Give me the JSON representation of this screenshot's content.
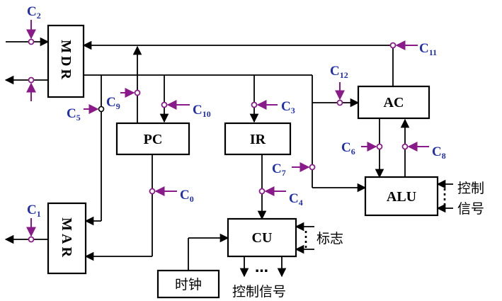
{
  "blocks": {
    "mdr": "MDR",
    "mar": "MAR",
    "pc": "PC",
    "ir": "IR",
    "ac": "AC",
    "alu": "ALU",
    "cu": "CU",
    "clock": "时钟"
  },
  "controls": {
    "c0": {
      "letter": "C",
      "sub": "0"
    },
    "c1": {
      "letter": "C",
      "sub": "1"
    },
    "c2": {
      "letter": "C",
      "sub": "2"
    },
    "c3": {
      "letter": "C",
      "sub": "3"
    },
    "c4": {
      "letter": "C",
      "sub": "4"
    },
    "c5": {
      "letter": "C",
      "sub": "5"
    },
    "c6": {
      "letter": "C",
      "sub": "6"
    },
    "c7": {
      "letter": "C",
      "sub": "7"
    },
    "c8": {
      "letter": "C",
      "sub": "8"
    },
    "c9": {
      "letter": "C",
      "sub": "9"
    },
    "c10": {
      "letter": "C",
      "sub": "10"
    },
    "c11": {
      "letter": "C",
      "sub": "11"
    },
    "c12": {
      "letter": "C",
      "sub": "12"
    }
  },
  "labels": {
    "alu_ctrl_line1": "控制",
    "alu_ctrl_line2": "信号",
    "flags": "标志",
    "cu_out_signals": "控制信号",
    "dots": "…"
  },
  "colors": {
    "wire": "#000000",
    "control_arrow": "#8a1a8a",
    "control_label": "#1f2fae"
  }
}
